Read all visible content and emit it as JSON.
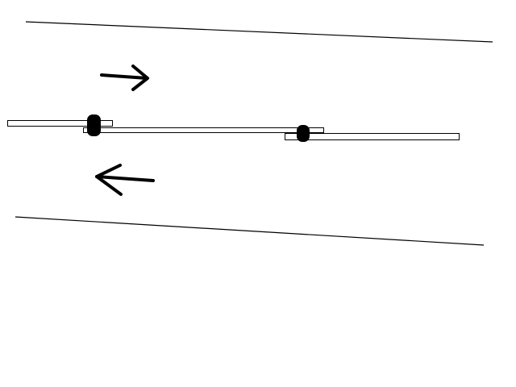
{
  "diagram": {
    "background_color": "#ffffff",
    "stroke_color": "#000000",
    "fill_color": "#ffffff",
    "elements": {
      "top_boundary": "line",
      "bottom_boundary": "line",
      "upper_arrow": "arrow-right-icon",
      "lower_arrow": "arrow-left-icon",
      "rods": [
        "rod",
        "rod",
        "rod"
      ],
      "connectors": [
        "connector",
        "connector"
      ]
    }
  }
}
